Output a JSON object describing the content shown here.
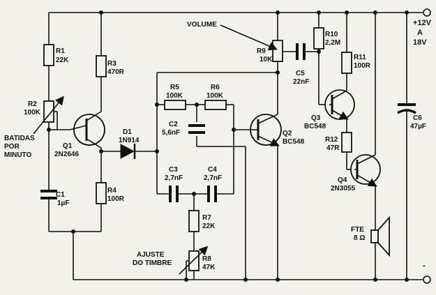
{
  "power": {
    "pos_label": "+12V",
    "a_label": "A",
    "v18_label": "18V",
    "neg_label": "-"
  },
  "components": {
    "r1": {
      "ref": "R1",
      "value": "22K"
    },
    "r2": {
      "ref": "R2",
      "value": "100K"
    },
    "r3": {
      "ref": "R3",
      "value": "470R"
    },
    "r4": {
      "ref": "R4",
      "value": "100R"
    },
    "r5": {
      "ref": "R5",
      "value": "100K"
    },
    "r6": {
      "ref": "R6",
      "value": "100K"
    },
    "r7": {
      "ref": "R7",
      "value": "22K"
    },
    "r8": {
      "ref": "R8",
      "value": "47K"
    },
    "r9": {
      "ref": "R9",
      "value": "10K"
    },
    "r10": {
      "ref": "R10",
      "value": "2,2M"
    },
    "r11": {
      "ref": "R11",
      "value": "100R"
    },
    "r12": {
      "ref": "R12",
      "value": "47R"
    },
    "c1": {
      "ref": "C1",
      "value": "1µF"
    },
    "c2": {
      "ref": "C2",
      "value": "5,6nF"
    },
    "c3": {
      "ref": "C3",
      "value": "2,7nF"
    },
    "c4": {
      "ref": "C4",
      "value": "2,7nF"
    },
    "c5": {
      "ref": "C5",
      "value": "22nF"
    },
    "c6": {
      "ref": "C6",
      "value": "47µF"
    },
    "d1": {
      "ref": "D1",
      "value": "1N914"
    },
    "q1": {
      "ref": "Q1",
      "value": "2N2646"
    },
    "q2": {
      "ref": "Q2",
      "value": "BC548"
    },
    "q3": {
      "ref": "Q3",
      "value": "BC548"
    },
    "q4": {
      "ref": "Q4",
      "value": "2N3055"
    },
    "fte": {
      "ref": "FTE",
      "value": "8 Ω"
    }
  },
  "annotations": {
    "batidas_line1": "BATIDAS",
    "batidas_line2": "POR",
    "batidas_line3": "MINUTO",
    "volume": "VOLUME",
    "ajuste_line1": "AJUSTE",
    "ajuste_line2": "DO TIMBRE"
  }
}
